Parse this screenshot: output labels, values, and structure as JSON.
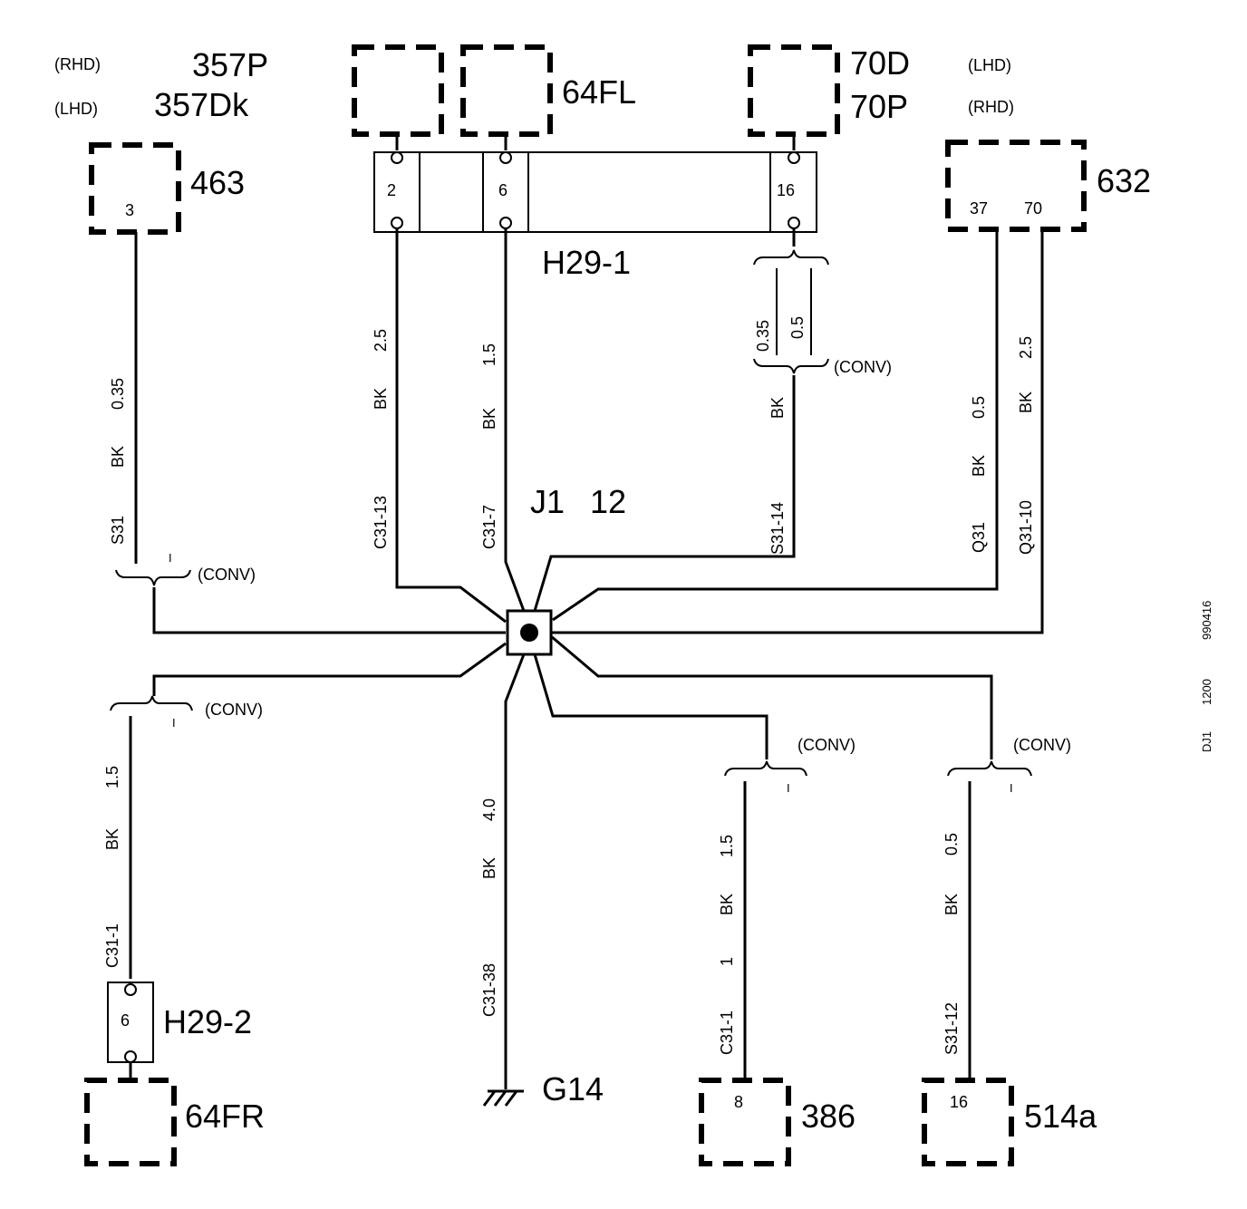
{
  "components": {
    "c463": {
      "label": "463",
      "pin": "3",
      "alt_top": "357P",
      "alt_bottom": "357Dk",
      "alt_top_note": "(RHD)",
      "alt_bottom_note": "(LHD)"
    },
    "c64fl": {
      "label": "64FL"
    },
    "c70": {
      "label_top": "70D",
      "label_bottom": "70P",
      "note_top": "(LHD)",
      "note_bottom": "(RHD)"
    },
    "c632": {
      "label": "632",
      "pin_a": "37",
      "pin_b": "70"
    },
    "h29_1": {
      "label": "H29-1",
      "pin_a": "2",
      "pin_b": "6",
      "pin_c": "16"
    },
    "junction": {
      "label": "J1",
      "number": "12"
    },
    "h29_2": {
      "label": "H29-2",
      "pin": "6"
    },
    "c64fr": {
      "label": "64FR"
    },
    "ground": {
      "label": "G14"
    },
    "c386": {
      "label": "386",
      "pin": "8"
    },
    "c514a": {
      "label": "514a",
      "pin": "16"
    }
  },
  "wires": {
    "w463": {
      "size": "0.35",
      "color": "BK",
      "code": "S31"
    },
    "wh29_2": {
      "size": "2.5",
      "color": "BK",
      "code": "C31-13"
    },
    "wh29_6": {
      "size": "1.5",
      "color": "BK",
      "code": "C31-7"
    },
    "wh29_16": {
      "size_a": "0.35",
      "size_b": "0.5",
      "color": "BK",
      "code": "S31-14"
    },
    "w632_37": {
      "size": "0.5",
      "color": "BK",
      "code": "Q31"
    },
    "w632_70": {
      "size": "2.5",
      "color": "BK",
      "code": "Q31-10"
    },
    "w64fr": {
      "size": "1.5",
      "color": "BK",
      "code": "C31-1"
    },
    "wg14": {
      "size": "4.0",
      "color": "BK",
      "code": "C31-38"
    },
    "w386": {
      "size": "1.5",
      "color": "BK",
      "extra": "1",
      "code": "C31-1"
    },
    "w514a": {
      "size": "0.5",
      "color": "BK",
      "code": "S31-12"
    }
  },
  "notes": {
    "conv": "(CONV)",
    "conv_mark": "I"
  },
  "side_codes": {
    "code1": "990416",
    "code2": "1200",
    "code3": "DJ1"
  }
}
